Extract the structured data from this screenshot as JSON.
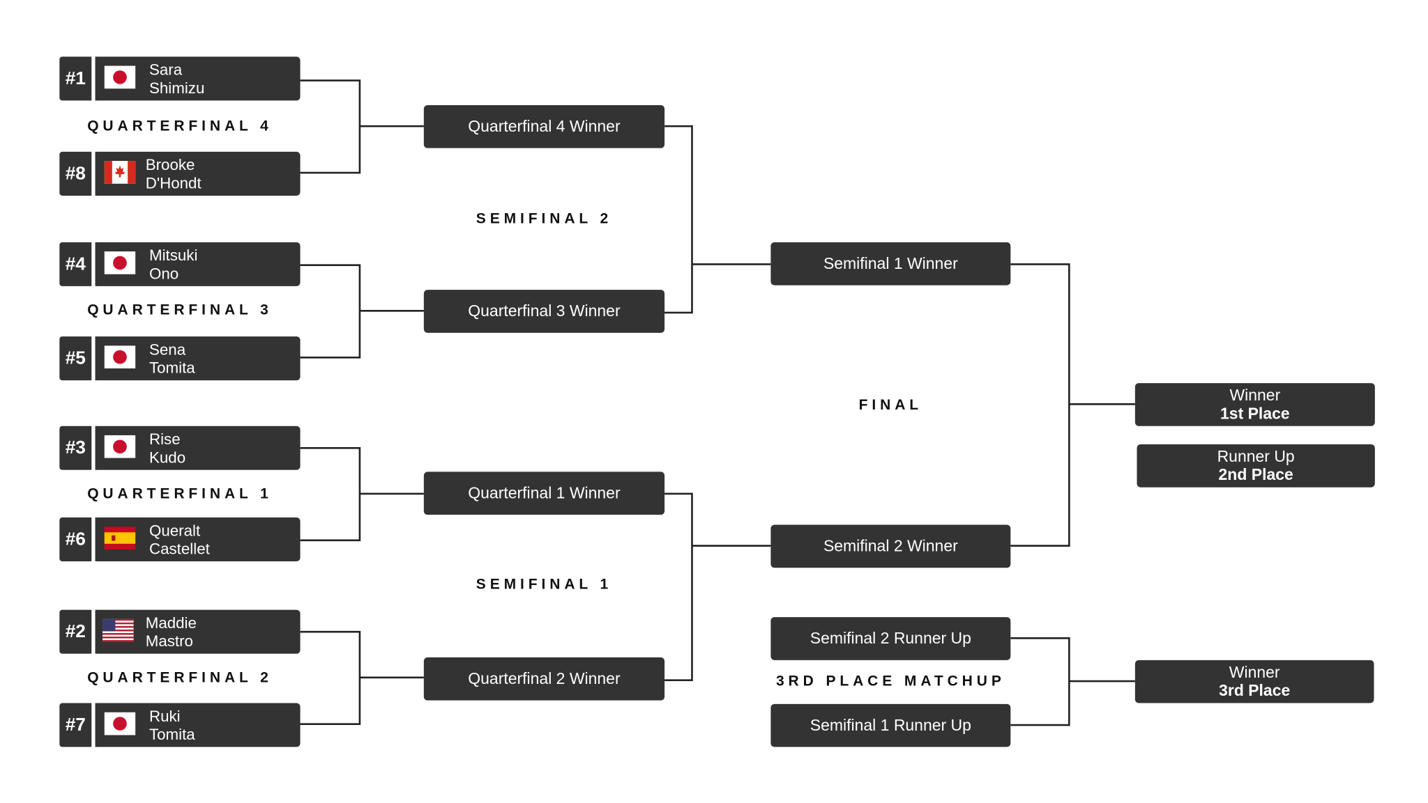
{
  "colors": {
    "box_bg": "#333333",
    "box_text": "#ffffff",
    "line": "#222222",
    "label_text": "#111111"
  },
  "quarterfinals": [
    {
      "label": "QUARTERFINAL 4",
      "players": [
        {
          "seed": "#1",
          "first": "Sara",
          "last": "Shimizu",
          "flag": "japan-flag-icon"
        },
        {
          "seed": "#8",
          "first": "Brooke",
          "last": "D'Hondt",
          "flag": "canada-flag-icon"
        }
      ]
    },
    {
      "label": "QUARTERFINAL 3",
      "players": [
        {
          "seed": "#4",
          "first": "Mitsuki",
          "last": "Ono",
          "flag": "japan-flag-icon"
        },
        {
          "seed": "#5",
          "first": "Sena",
          "last": "Tomita",
          "flag": "japan-flag-icon"
        }
      ]
    },
    {
      "label": "QUARTERFINAL 1",
      "players": [
        {
          "seed": "#3",
          "first": "Rise",
          "last": "Kudo",
          "flag": "japan-flag-icon"
        },
        {
          "seed": "#6",
          "first": "Queralt",
          "last": "Castellet",
          "flag": "spain-flag-icon"
        }
      ]
    },
    {
      "label": "QUARTERFINAL 2",
      "players": [
        {
          "seed": "#2",
          "first": "Maddie",
          "last": "Mastro",
          "flag": "usa-flag-icon"
        },
        {
          "seed": "#7",
          "first": "Ruki",
          "last": "Tomita",
          "flag": "japan-flag-icon"
        }
      ]
    }
  ],
  "qf_winners": [
    "Quarterfinal 4 Winner",
    "Quarterfinal 3 Winner",
    "Quarterfinal 1 Winner",
    "Quarterfinal 2 Winner"
  ],
  "semifinal_labels": {
    "top": "SEMIFINAL 2",
    "bottom": "SEMIFINAL 1"
  },
  "sf_winners": [
    "Semifinal 1 Winner",
    "Semifinal 2 Winner"
  ],
  "final_label": "FINAL",
  "third_place": {
    "label": "3RD PLACE MATCHUP",
    "entrants": [
      "Semifinal 2 Runner Up",
      "Semifinal 1 Runner Up"
    ]
  },
  "results": {
    "first": {
      "title": "Winner",
      "sub": "1st Place"
    },
    "second": {
      "title": "Runner Up",
      "sub": "2nd Place"
    },
    "third": {
      "title": "Winner",
      "sub": "3rd Place"
    }
  }
}
